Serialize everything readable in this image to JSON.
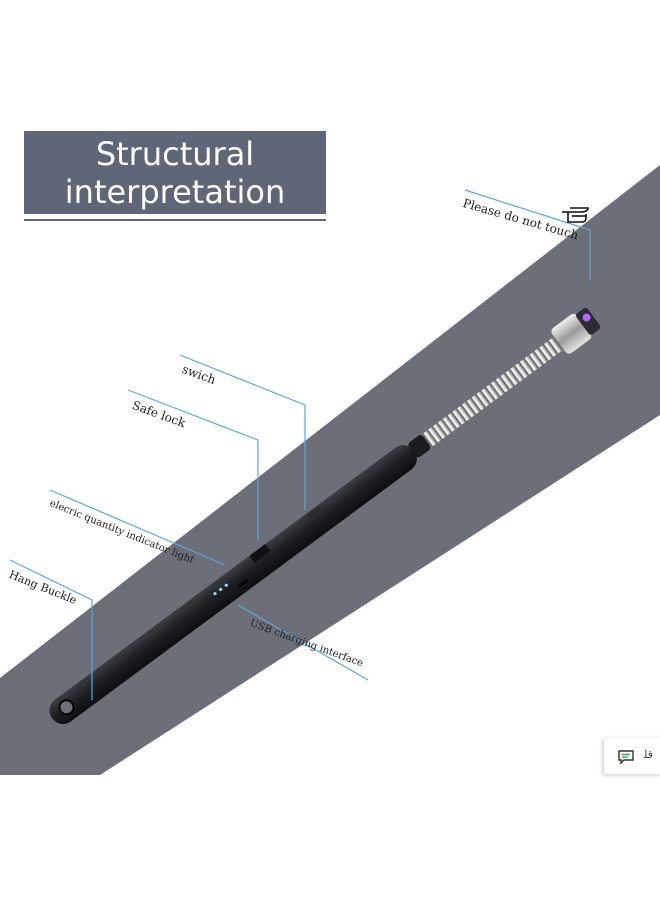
{
  "title": {
    "line1": "Structural",
    "line2": "interpretation"
  },
  "callouts": {
    "touch": "Please do not touch",
    "switch": "swich",
    "safe_lock": "Safe lock",
    "indicator": "elecric quantity indicator light",
    "hang": "Hang Buckle",
    "usb": "USB charging interface"
  },
  "widget": {
    "text": "ﻗﻠ",
    "icon": "chat-icon"
  },
  "colors": {
    "band": "#6c6f78",
    "title_bg": "#5f6678",
    "leader": "#5aa8d8",
    "lighter_body": "#1f2124",
    "arc_glow": "#b067ff"
  }
}
